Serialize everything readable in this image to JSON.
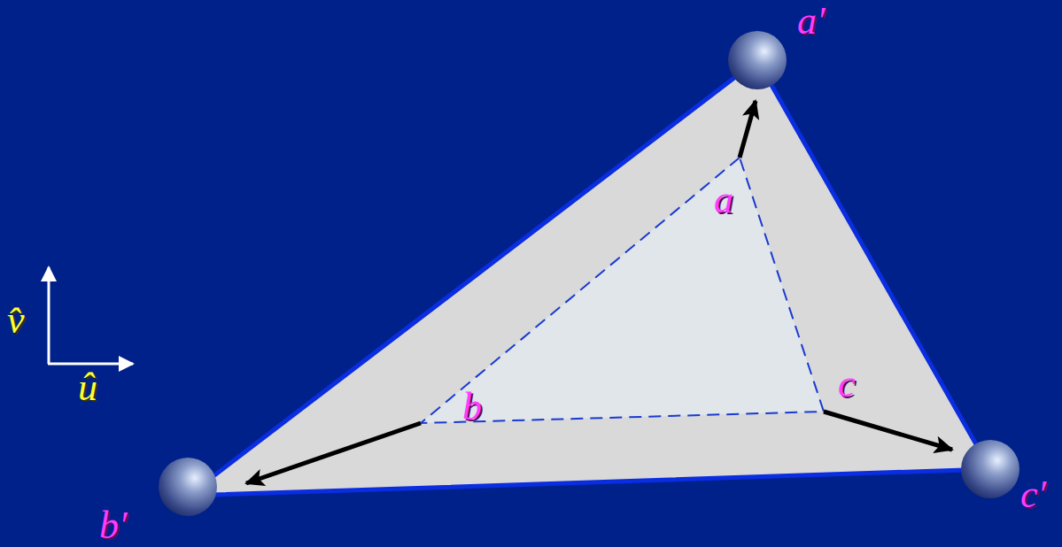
{
  "diagram": {
    "labels": [
      "a′",
      "b′",
      "c′",
      "a",
      "b",
      "c",
      "v̂",
      "û"
    ]
  }
}
